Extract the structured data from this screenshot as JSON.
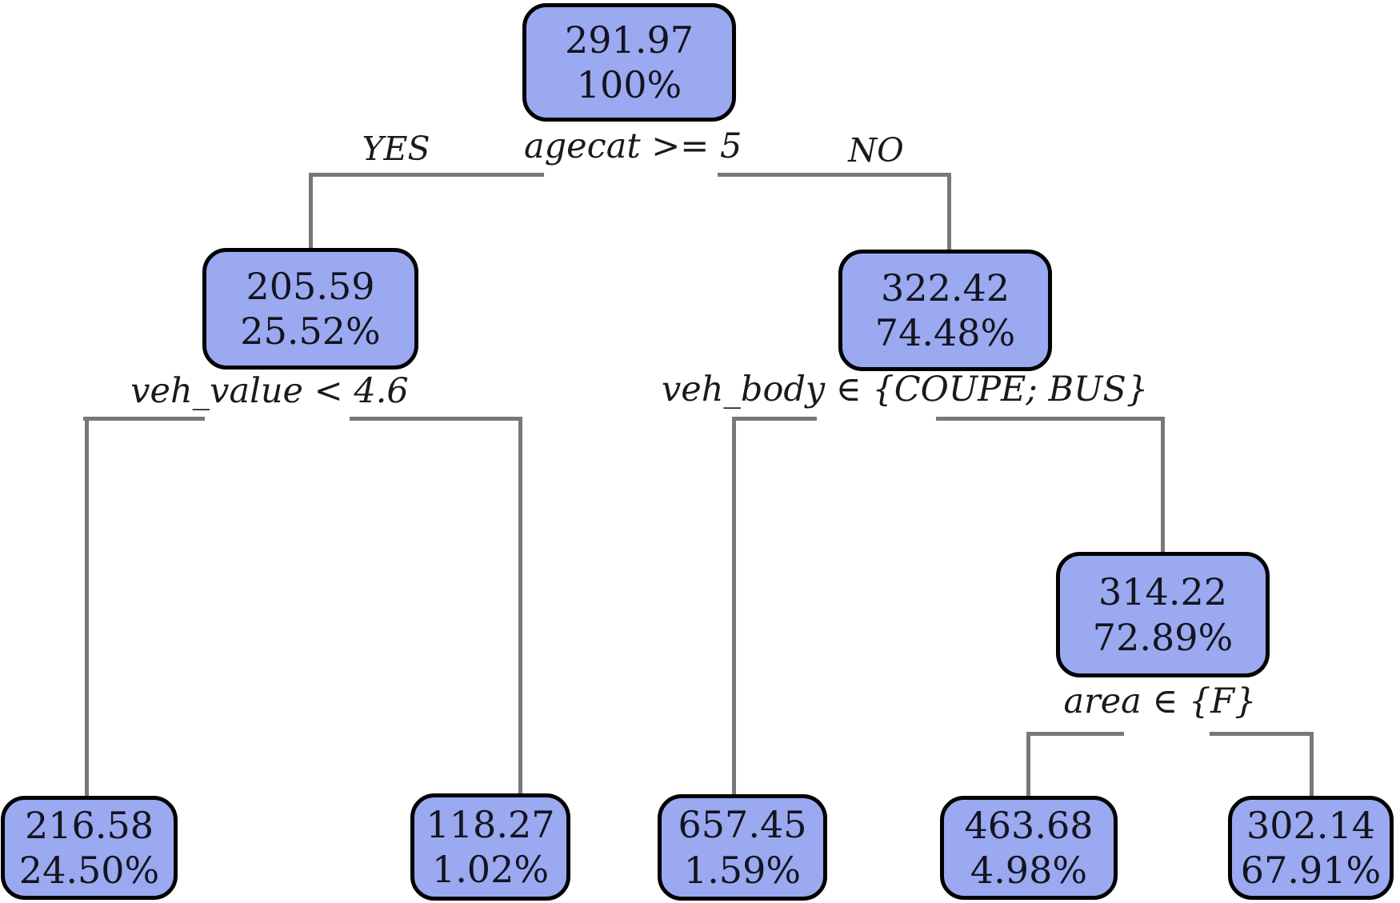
{
  "diagram_type": "decision-tree",
  "colors": {
    "node_fill": "#9aa9f0",
    "node_border": "#000000",
    "edge": "#787878",
    "text": "#14141f"
  },
  "branch_labels": {
    "yes": "YES",
    "no": "NO"
  },
  "splits": [
    {
      "id": "root-split",
      "label": "agecat >= 5"
    },
    {
      "id": "left-split",
      "label": "veh_value < 4.6"
    },
    {
      "id": "right-split",
      "label": "veh_body ∈ {COUPE; BUS}"
    },
    {
      "id": "area-split",
      "label": "area ∈ {F}"
    }
  ],
  "nodes": [
    {
      "id": "root",
      "value": "291.97",
      "percent": "100%"
    },
    {
      "id": "agecat-yes",
      "value": "205.59",
      "percent": "25.52%"
    },
    {
      "id": "agecat-no",
      "value": "322.42",
      "percent": "74.48%"
    },
    {
      "id": "vehbody-no",
      "value": "314.22",
      "percent": "72.89%"
    },
    {
      "id": "leaf-vehvalue-yes",
      "value": "216.58",
      "percent": "24.50%"
    },
    {
      "id": "leaf-vehvalue-no",
      "value": "118.27",
      "percent": "1.02%"
    },
    {
      "id": "leaf-vehbody-yes",
      "value": "657.45",
      "percent": "1.59%"
    },
    {
      "id": "leaf-area-yes",
      "value": "463.68",
      "percent": "4.98%"
    },
    {
      "id": "leaf-area-no",
      "value": "302.14",
      "percent": "67.91%"
    }
  ]
}
